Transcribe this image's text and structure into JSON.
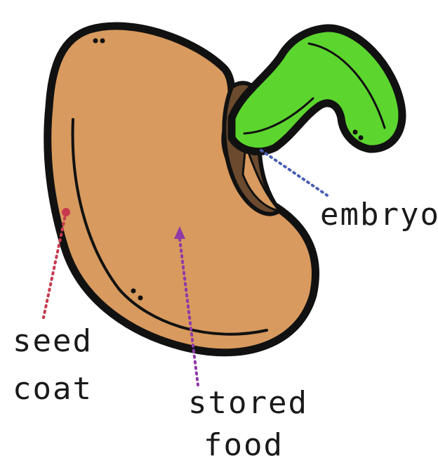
{
  "labels": {
    "embryo": "embryo",
    "seed_coat_line1": "seed",
    "seed_coat_line2": "coat",
    "stored_food_line1": "stored",
    "stored_food_line2": "food"
  },
  "colors": {
    "seed_fill": "#D89A5E",
    "seed_outline": "#111111",
    "embryo_fill": "#5CD62E",
    "embryo_shadow": "#6B4A2E",
    "seed_coat_pointer": "#C73A4E",
    "stored_food_pointer": "#8E3AA8",
    "embryo_pointer": "#4A5FB0"
  }
}
